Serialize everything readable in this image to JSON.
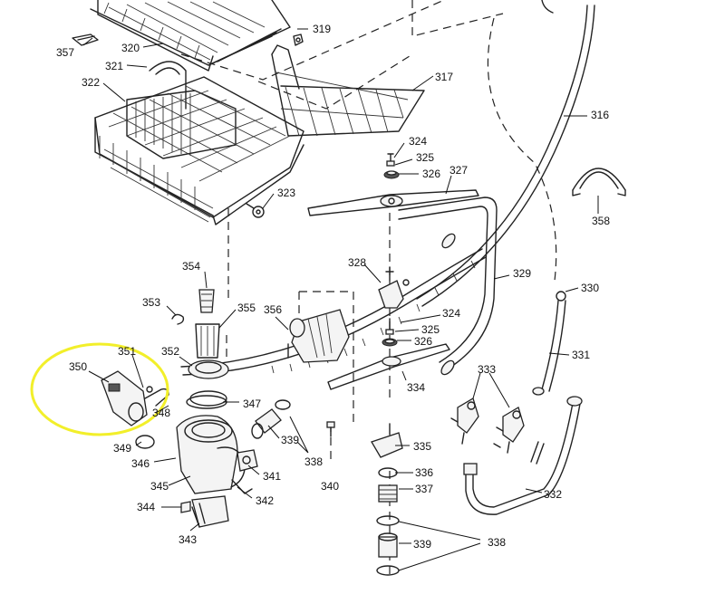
{
  "highlight": {
    "color": "#f2ef2a",
    "target_label": "350"
  },
  "labels": {
    "l357": "357",
    "l320": "320",
    "l319": "319",
    "l321": "321",
    "l322": "322",
    "l317": "317",
    "l316": "316",
    "l324a": "324",
    "l325a": "325",
    "l326a": "326",
    "l327": "327",
    "l323": "323",
    "l358": "358",
    "l354": "354",
    "l328": "328",
    "l329": "329",
    "l330": "330",
    "l353": "353",
    "l355": "355",
    "l356": "356",
    "l324b": "324",
    "l325b": "325",
    "l326b": "326",
    "l331": "331",
    "l351": "351",
    "l350": "350",
    "l352": "352",
    "l334": "334",
    "l333": "333",
    "l347": "347",
    "l348": "348",
    "l339a": "339",
    "l349": "349",
    "l335": "335",
    "l346": "346",
    "l341": "341",
    "l338a": "338",
    "l336": "336",
    "l345": "345",
    "l340": "340",
    "l337": "337",
    "l332": "332",
    "l342": "342",
    "l344": "344",
    "l343": "343",
    "l339b": "339",
    "l338b": "338"
  }
}
